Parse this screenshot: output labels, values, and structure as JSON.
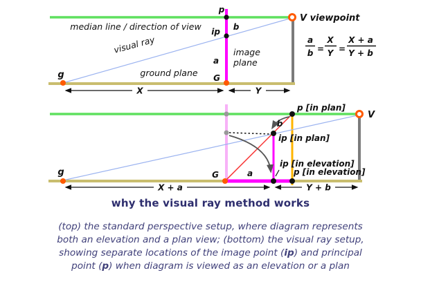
{
  "palette": {
    "green": "#5fe05f",
    "ground": "#c9bd6e",
    "magenta": "#ff00ff",
    "palepink": "#f7b2f7",
    "yellow": "#ffb400",
    "red": "#f83030",
    "blue": "#9bb3f0",
    "gray": "#7b7b7b",
    "graydot": "#999999",
    "arcgray": "#555555",
    "orange": "#ff5a00",
    "navy": "#2e2e6e",
    "capcolor": "#40407a"
  },
  "top_diagram": {
    "labels": {
      "median_line": "median line / direction of view",
      "visual_ray": "visual ray",
      "ground_plane": "ground plane",
      "image_plane_line1": "image",
      "image_plane_line2": "plane",
      "g": "g",
      "G": "G",
      "p": "p",
      "ip": "ip",
      "a": "a",
      "b": "b",
      "viewpoint": "V viewpoint",
      "dim_x": "X",
      "dim_y": "Y"
    },
    "formula": {
      "lhs_num": "a",
      "lhs_den": "b",
      "eq": "=",
      "mid_num": "X",
      "mid_den": "Y",
      "rhs_num": "X + a",
      "rhs_den": "Y + b"
    }
  },
  "bottom_diagram": {
    "labels": {
      "g": "g",
      "G": "G",
      "a": "a",
      "b": "b",
      "p_plan": "p [in plan]",
      "ip_plan": "ip [in plan]",
      "ip_elev": "ip [in elevation]",
      "p_elev": "p [in elevation]",
      "v": "V",
      "dim_xa": "X + a",
      "dim_yb": "Y + b"
    }
  },
  "caption": {
    "title": "why the visual ray method works",
    "line1": "(top) the standard perspective setup, where diagram represents",
    "line2": "both an elevation and a plan view; (bottom) the visual ray setup,",
    "line3_pre": "showing separate locations of the image point (",
    "line3_bold": "ip",
    "line3_post": ") and principal",
    "line4_pre": "point (",
    "line4_bold": "p",
    "line4_post": ") when diagram is viewed as an elevation or a plan"
  }
}
